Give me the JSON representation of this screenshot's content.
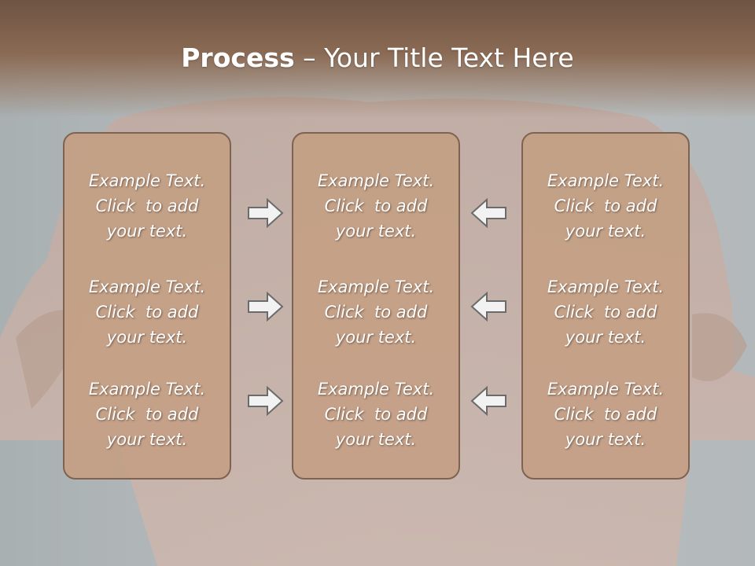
{
  "slide": {
    "title_bold": "Process",
    "title_rest": " – Your Title Text Here"
  },
  "columns": [
    {
      "cells": [
        {
          "line1": "Example Text.",
          "line2": "Click  to add",
          "line3": "your text."
        },
        {
          "line1": "Example Text.",
          "line2": "Click  to add",
          "line3": "your text."
        },
        {
          "line1": "Example Text.",
          "line2": "Click  to add",
          "line3": "your text."
        }
      ]
    },
    {
      "cells": [
        {
          "line1": "Example Text.",
          "line2": "Click  to add",
          "line3": "your text."
        },
        {
          "line1": "Example Text.",
          "line2": "Click  to add",
          "line3": "your text."
        },
        {
          "line1": "Example Text.",
          "line2": "Click  to add",
          "line3": "your text."
        }
      ]
    },
    {
      "cells": [
        {
          "line1": "Example Text.",
          "line2": "Click  to add",
          "line3": "your text."
        },
        {
          "line1": "Example Text.",
          "line2": "Click  to add",
          "line3": "your text."
        },
        {
          "line1": "Example Text.",
          "line2": "Click  to add",
          "line3": "your text."
        }
      ]
    }
  ],
  "arrows": {
    "left_group": "right-arrow-icon",
    "right_group": "left-arrow-icon"
  },
  "colors": {
    "title_band": "#6e5442",
    "box_fill": "#c3a084",
    "box_border": "#7f6352",
    "text": "#ffffff"
  }
}
